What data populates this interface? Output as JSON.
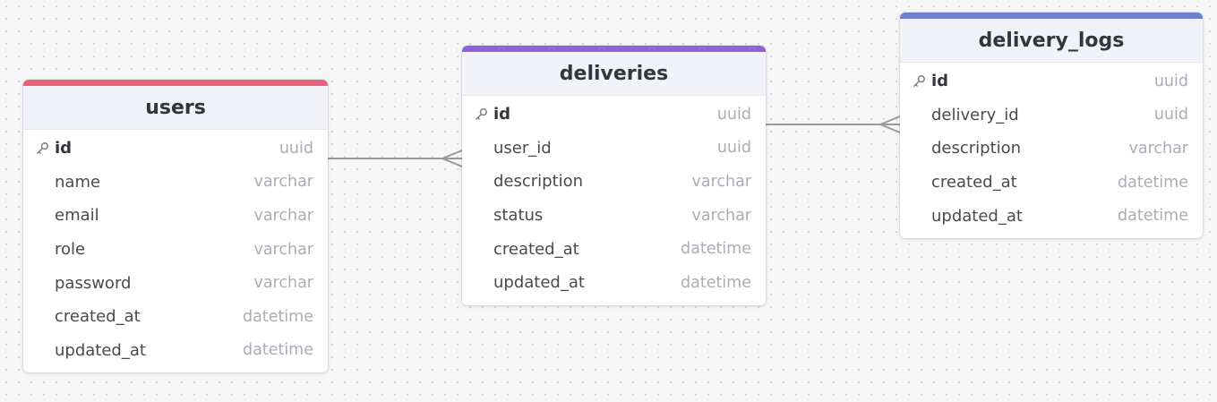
{
  "colors": {
    "users": "#e8637f",
    "deliveries": "#8e63d9",
    "delivery_logs": "#6f7fd0",
    "connector": "#9a9a9a"
  },
  "icons": {
    "primary_key": "key-icon"
  },
  "tables": {
    "users": {
      "title": "users",
      "fields": [
        {
          "name": "id",
          "type": "uuid",
          "pk": true
        },
        {
          "name": "name",
          "type": "varchar"
        },
        {
          "name": "email",
          "type": "varchar"
        },
        {
          "name": "role",
          "type": "varchar"
        },
        {
          "name": "password",
          "type": "varchar"
        },
        {
          "name": "created_at",
          "type": "datetime"
        },
        {
          "name": "updated_at",
          "type": "datetime"
        }
      ]
    },
    "deliveries": {
      "title": "deliveries",
      "fields": [
        {
          "name": "id",
          "type": "uuid",
          "pk": true
        },
        {
          "name": "user_id",
          "type": "uuid"
        },
        {
          "name": "description",
          "type": "varchar"
        },
        {
          "name": "status",
          "type": "varchar"
        },
        {
          "name": "created_at",
          "type": "datetime"
        },
        {
          "name": "updated_at",
          "type": "datetime"
        }
      ]
    },
    "delivery_logs": {
      "title": "delivery_logs",
      "fields": [
        {
          "name": "id",
          "type": "uuid",
          "pk": true
        },
        {
          "name": "delivery_id",
          "type": "uuid"
        },
        {
          "name": "description",
          "type": "varchar"
        },
        {
          "name": "created_at",
          "type": "datetime"
        },
        {
          "name": "updated_at",
          "type": "datetime"
        }
      ]
    }
  },
  "relations": [
    {
      "from": "users.id",
      "to": "deliveries.user_id",
      "cardinality": "one-to-many"
    },
    {
      "from": "deliveries.id",
      "to": "delivery_logs.delivery_id",
      "cardinality": "one-to-many"
    }
  ]
}
